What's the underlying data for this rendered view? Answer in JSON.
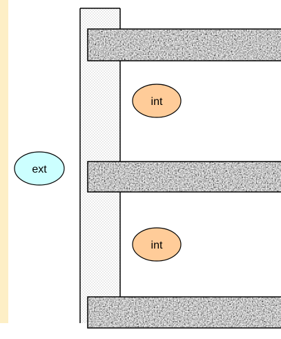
{
  "diagram": {
    "exterior_label": "ext",
    "interior_labels": [
      "int",
      "int"
    ]
  },
  "colors": {
    "left_strip": "#fdefc6",
    "exterior_fill": "#ccffff",
    "interior_fill": "#ffcc99",
    "slab_base": "#a9a9a9",
    "wall_dots": "#9a9a9a",
    "outline": "#000000"
  }
}
